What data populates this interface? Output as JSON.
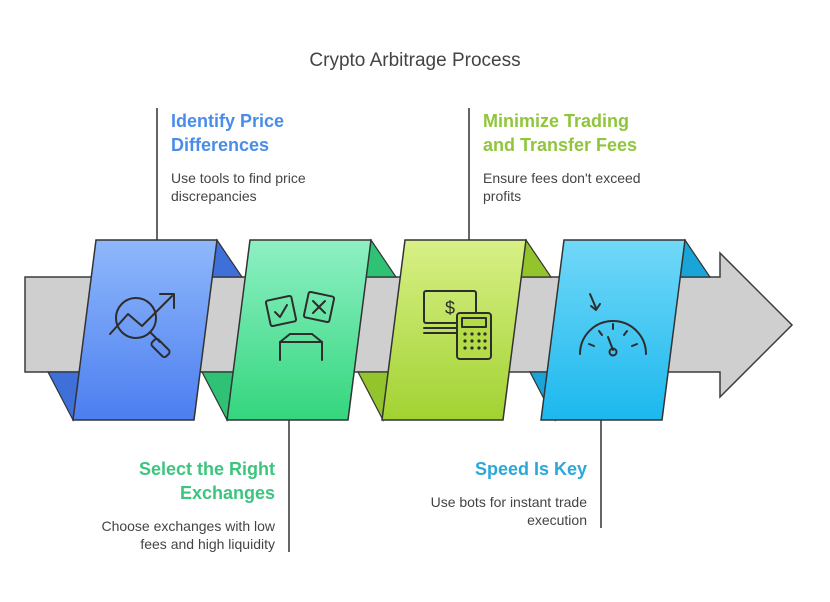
{
  "title": "Crypto Arbitrage Process",
  "colors": {
    "arrow_fill": "#cfcfcf",
    "step1": "#4f8df5",
    "step2": "#42d68a",
    "step3": "#a8d93a",
    "step4": "#22b8e8",
    "step1_text": "#4a8de8",
    "step2_text": "#3cc57f",
    "step3_text": "#8fc63a",
    "step4_text": "#2aa8d8"
  },
  "steps": [
    {
      "title_line1": "Identify Price",
      "title_line2": "Differences",
      "desc_line1": "Use tools to find price",
      "desc_line2": "discrepancies",
      "icon": "magnifier-trend-icon"
    },
    {
      "title_line1": "Select the Right",
      "title_line2": "Exchanges",
      "desc_line1": "Choose exchanges with low",
      "desc_line2": "fees and high liquidity",
      "icon": "choice-boxes-icon"
    },
    {
      "title_line1": "Minimize Trading",
      "title_line2": "and Transfer Fees",
      "desc_line1": "Ensure fees don't exceed",
      "desc_line2": "profits",
      "icon": "money-calculator-icon"
    },
    {
      "title_line1": "Speed Is Key",
      "title_line2": "",
      "desc_line1": "Use bots for instant trade",
      "desc_line2": "execution",
      "icon": "speedometer-icon"
    }
  ]
}
